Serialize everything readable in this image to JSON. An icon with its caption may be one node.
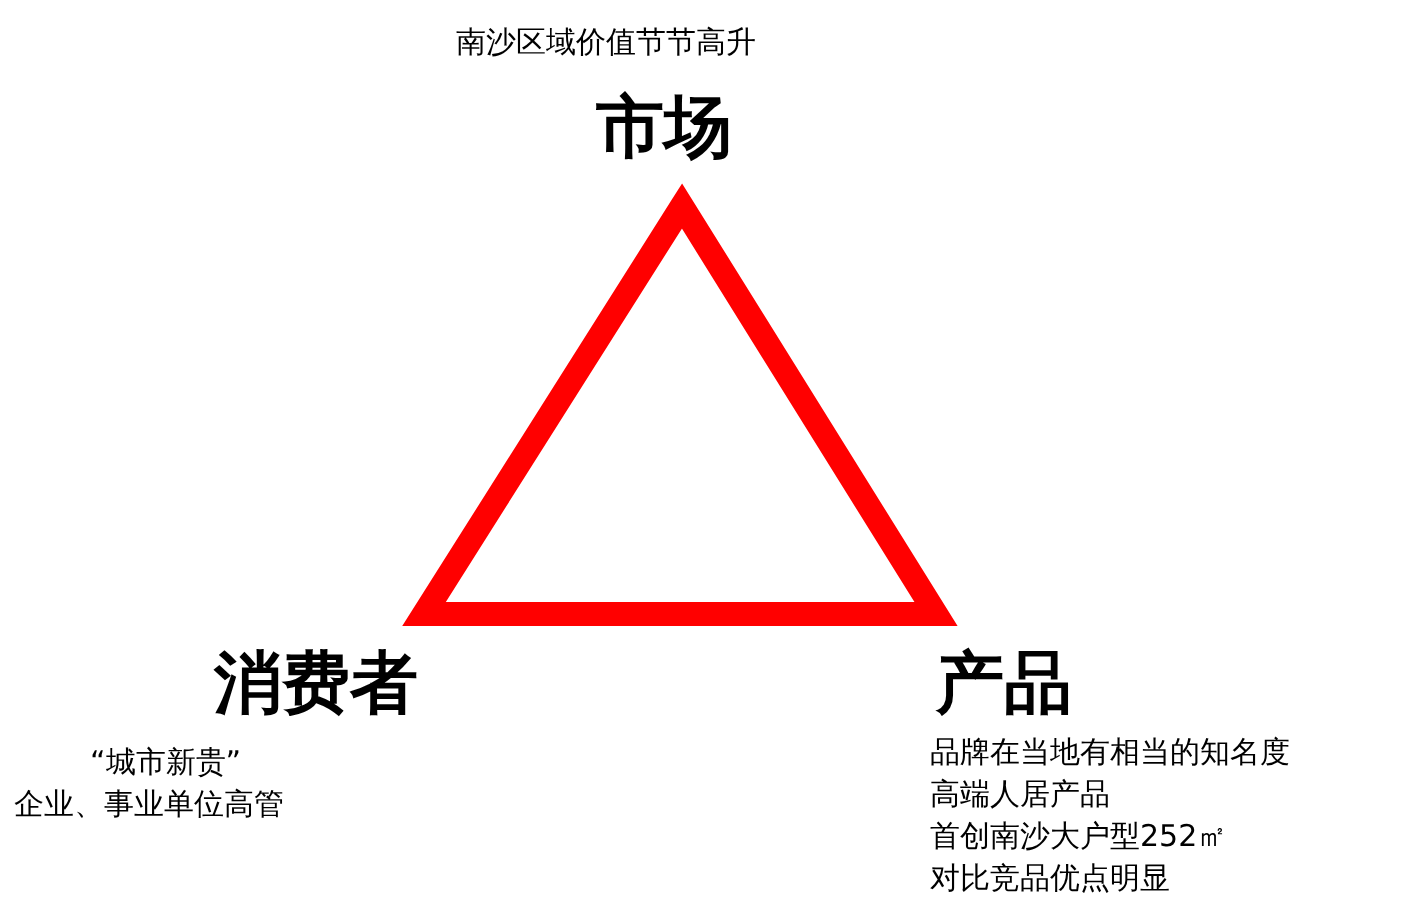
{
  "diagram": {
    "labels": [
      "南沙区域价值节节高升",
      "市场",
      "消费者",
      "“城市新贵”",
      "企业、事业单位高管",
      "产品",
      "品牌在当地有相当的知名度",
      "高端人居产品",
      "首创南沙大户型252㎡",
      "对比竞品优点明显"
    ]
  }
}
